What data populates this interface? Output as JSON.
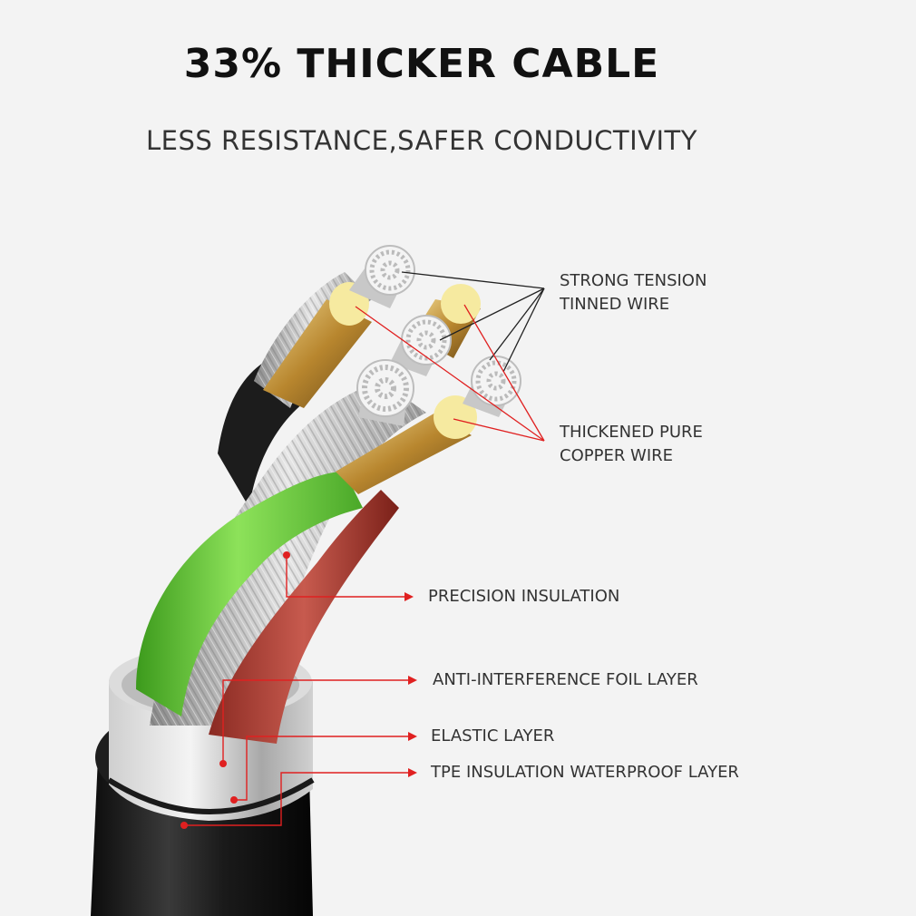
{
  "heading": {
    "title": "33% THICKER CABLE",
    "subtitle": "LESS RESISTANCE,SAFER CONDUCTIVITY"
  },
  "labels": {
    "tinned_wire": {
      "line1": "STRONG TENSION",
      "line2": "TINNED WIRE"
    },
    "copper_wire": {
      "line1": "THICKENED PURE",
      "line2": "COPPER WIRE"
    },
    "precision_insulation": "PRECISION INSULATION",
    "foil_layer": "ANTI-INTERFERENCE FOIL LAYER",
    "elastic_layer": "ELASTIC LAYER",
    "tpe_layer": "TPE INSULATION WATERPROOF LAYER"
  },
  "colors": {
    "background": "#f3f3f3",
    "pointer_red": "#e02020",
    "leader_black": "#222222",
    "jacket_black": "#222222",
    "green_insulation": "#6cc83c",
    "red_insulation": "#b8443a",
    "gold_core": "#d8b060",
    "tinned_core": "#e8e8e8"
  }
}
